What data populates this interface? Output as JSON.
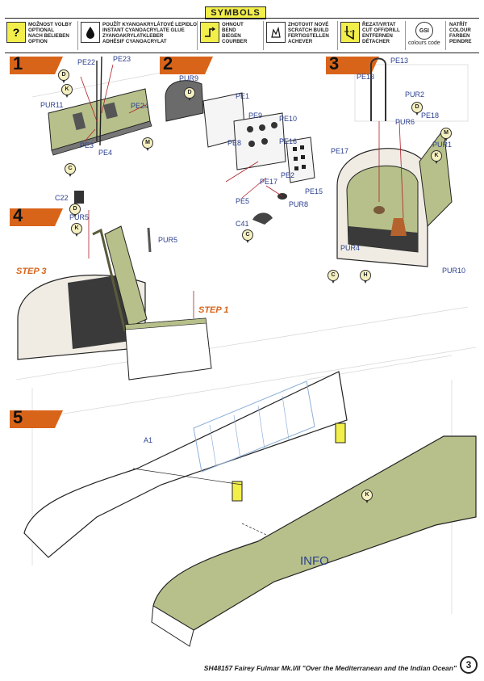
{
  "symbols": {
    "title": "SYMBOLS",
    "items": [
      {
        "icon": "question-icon",
        "lines": [
          "MOŽNOST VOLBY",
          "OPTIONAL",
          "NACH BELIEBEN",
          "OPTION"
        ]
      },
      {
        "icon": "glue-drop-icon",
        "lines": [
          "POUŽÍT KYANOAKRYLÁTOVÉ LEPIDLO",
          "INSTANT CYANOACRYLATE GLUE",
          "ZYANOAKRYLATKLEBER",
          "ADHÉSIF CYANOACRYLAT"
        ]
      },
      {
        "icon": "bend-icon",
        "lines": [
          "OHNOUT",
          "BEND",
          "BIEGEN",
          "COURBER"
        ]
      },
      {
        "icon": "scratch-build-icon",
        "lines": [
          "ZHOTOVIT NOVÉ",
          "SCRATCH BUILD",
          "FERTIGSTELLEN",
          "ACHEVER"
        ]
      },
      {
        "icon": "cut-off-icon",
        "lines": [
          "ŘEZAT/VRTAT",
          "CUT OFF/DRILL",
          "ENTFERNEN",
          "DÉTACHER"
        ]
      },
      {
        "icon": "gsi-colour-icon",
        "code": "GSI",
        "lines": [
          "colours code"
        ]
      },
      {
        "icon": "paint-icon",
        "lines": [
          "NATŘÍT",
          "COLOUR",
          "FARBEN",
          "PEINDRE"
        ]
      }
    ]
  },
  "steps": [
    {
      "number": "1",
      "labels": [
        "PE22",
        "PE23",
        "PUR11",
        "PE24",
        "PE3",
        "PE4"
      ],
      "colours": [
        "D",
        "K",
        "C",
        "M"
      ]
    },
    {
      "number": "2",
      "labels": [
        "PUR9",
        "PE1",
        "PE9",
        "PE10",
        "PE8",
        "PE16",
        "PE17",
        "PE17",
        "PE2",
        "PE15",
        "PE5",
        "PUR8",
        "C41"
      ],
      "colours": [
        "D",
        "C"
      ]
    },
    {
      "number": "3",
      "labels": [
        "PE13",
        "PE13",
        "PUR2",
        "PUR6",
        "PE18",
        "PUR1",
        "PUR4",
        "PUR10"
      ],
      "colours": [
        "D",
        "K",
        "C",
        "M",
        "H"
      ]
    },
    {
      "number": "4",
      "labels": [
        "C22",
        "PUR5",
        "PUR5"
      ],
      "colours": [
        "D",
        "K"
      ],
      "notes": [
        "STEP 3",
        "STEP 1"
      ]
    },
    {
      "number": "5",
      "labels": [
        "A1"
      ],
      "colours": [
        "K"
      ],
      "notes": [
        "INFO"
      ]
    }
  ],
  "footer": {
    "text": "SH48157 Fairey Fulmar Mk.I/II \"Over the Mediterranean and the Indian Ocean\"",
    "page": "3"
  },
  "colors": {
    "accent_orange": "#d8641a",
    "symbol_yellow": "#f2ee4a",
    "interior_green": "#b7c08a",
    "label_blue": "#2a3f8f"
  }
}
